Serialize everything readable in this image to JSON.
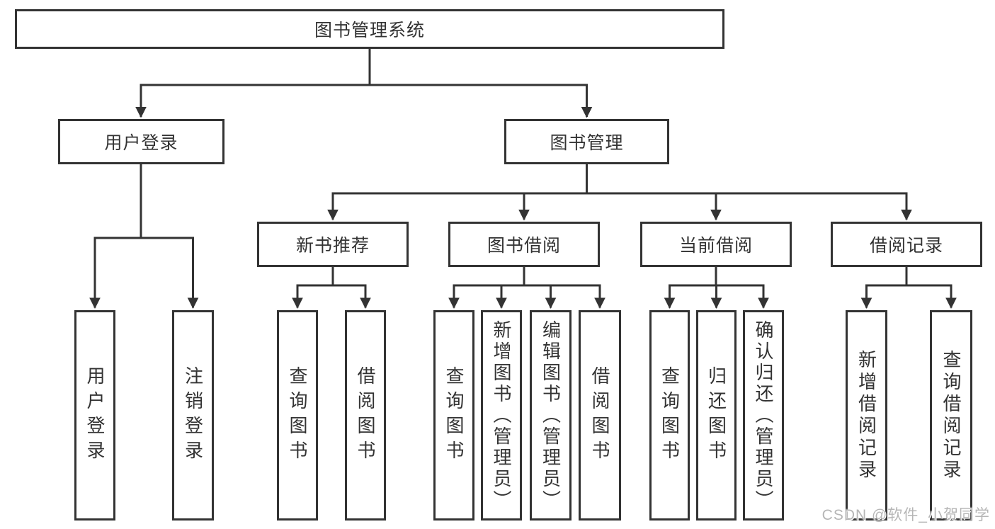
{
  "tree": {
    "label": "图书管理系统",
    "children": [
      {
        "label": "用户登录",
        "children": [
          {
            "label": "用户登录"
          },
          {
            "label": "注销登录"
          }
        ]
      },
      {
        "label": "图书管理",
        "children": [
          {
            "label": "新书推荐",
            "children": [
              {
                "label": "查询图书"
              },
              {
                "label": "借阅图书"
              }
            ]
          },
          {
            "label": "图书借阅",
            "children": [
              {
                "label": "查询图书"
              },
              {
                "label": "新增图书（管理员）"
              },
              {
                "label": "编辑图书（管理员）"
              },
              {
                "label": "借阅图书"
              }
            ]
          },
          {
            "label": "当前借阅",
            "children": [
              {
                "label": "查询图书"
              },
              {
                "label": "归还图书"
              },
              {
                "label": "确认归还（管理员）"
              }
            ]
          },
          {
            "label": "借阅记录",
            "children": [
              {
                "label": "新增借阅记录"
              },
              {
                "label": "查询借阅记录"
              }
            ]
          }
        ]
      }
    ]
  },
  "watermark": "CSDN @软件_小贺同学",
  "colors": {
    "line": "#333333",
    "box_border": "#333333",
    "text": "#333333",
    "background": "#ffffff",
    "watermark": "#b6b6b6"
  }
}
